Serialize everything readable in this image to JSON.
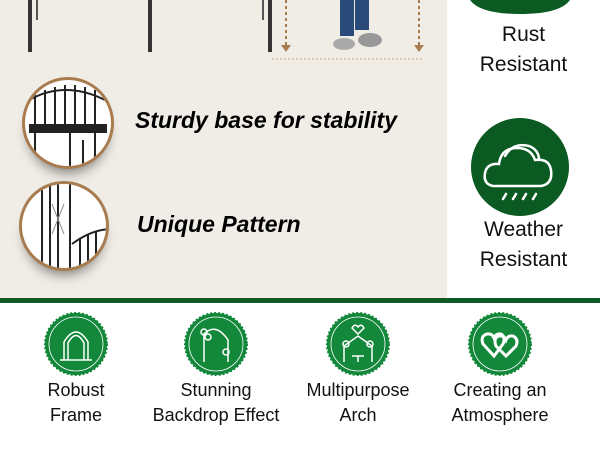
{
  "features": [
    {
      "label": "Sturdy base for stability",
      "icon": "bench-closeup-icon"
    },
    {
      "label": "Unique Pattern",
      "icon": "pattern-closeup-icon"
    }
  ],
  "side_features": [
    {
      "line1": "Rust",
      "line2": "Resistant",
      "icon": "rust-shield-icon"
    },
    {
      "line1": "Weather",
      "line2": "Resistant",
      "icon": "cloud-rain-icon"
    }
  ],
  "badges": [
    {
      "line1": "Robust",
      "line2": "Frame",
      "icon": "arch-icon"
    },
    {
      "line1": "Stunning",
      "line2": "Backdrop Effect",
      "icon": "flower-arch-icon"
    },
    {
      "line1": "Multipurpose",
      "line2": "Arch",
      "icon": "wedding-arch-icon"
    },
    {
      "line1": "Creating an",
      "line2": "Atmosphere",
      "icon": "hearts-icon"
    }
  ],
  "colors": {
    "green_dark": "#0a5a22",
    "green_badge": "#13873a",
    "beige": "#f0ede6",
    "bronze": "#a97c4f"
  }
}
